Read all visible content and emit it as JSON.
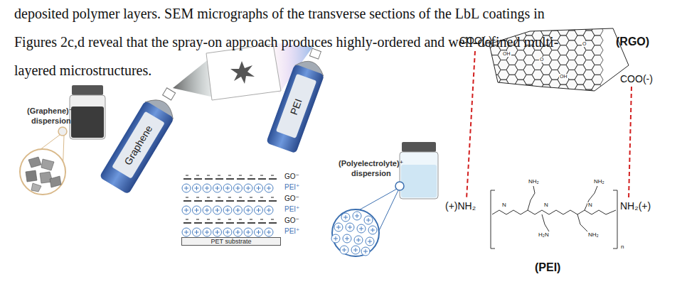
{
  "diagram": {
    "nodes": [
      {
        "text": [
          "Graphene"
        ]
      },
      {
        "text": [
          "PEI"
        ]
      },
      {
        "text": [
          "PET substrate"
        ]
      }
    ],
    "labels": [
      "deposited polymer layers. SEM micrographs of the transverse sections of the LbL coatings in",
      "Figures 2c,d reveal that the spray-on approach produces highly-ordered and well-defined multi-",
      "layered microstructures.",
      "(Graphene)⁻",
      "dispersion",
      "(Polyelectrolyte)⁺",
      "dispersion",
      "GO⁻",
      "PEI⁺",
      "GO⁻",
      "PEI⁺",
      "GO⁻",
      "PEI⁺",
      "COO(-)",
      "(RGO)",
      "COO(-)",
      "(+)NH₂",
      "NH₂(+)",
      "(PEI)",
      "NH₂",
      "NH₂",
      "N",
      "N",
      "N",
      "H₂N",
      "NH₂",
      "n",
      "OH",
      "O",
      "OH",
      "O"
    ]
  }
}
